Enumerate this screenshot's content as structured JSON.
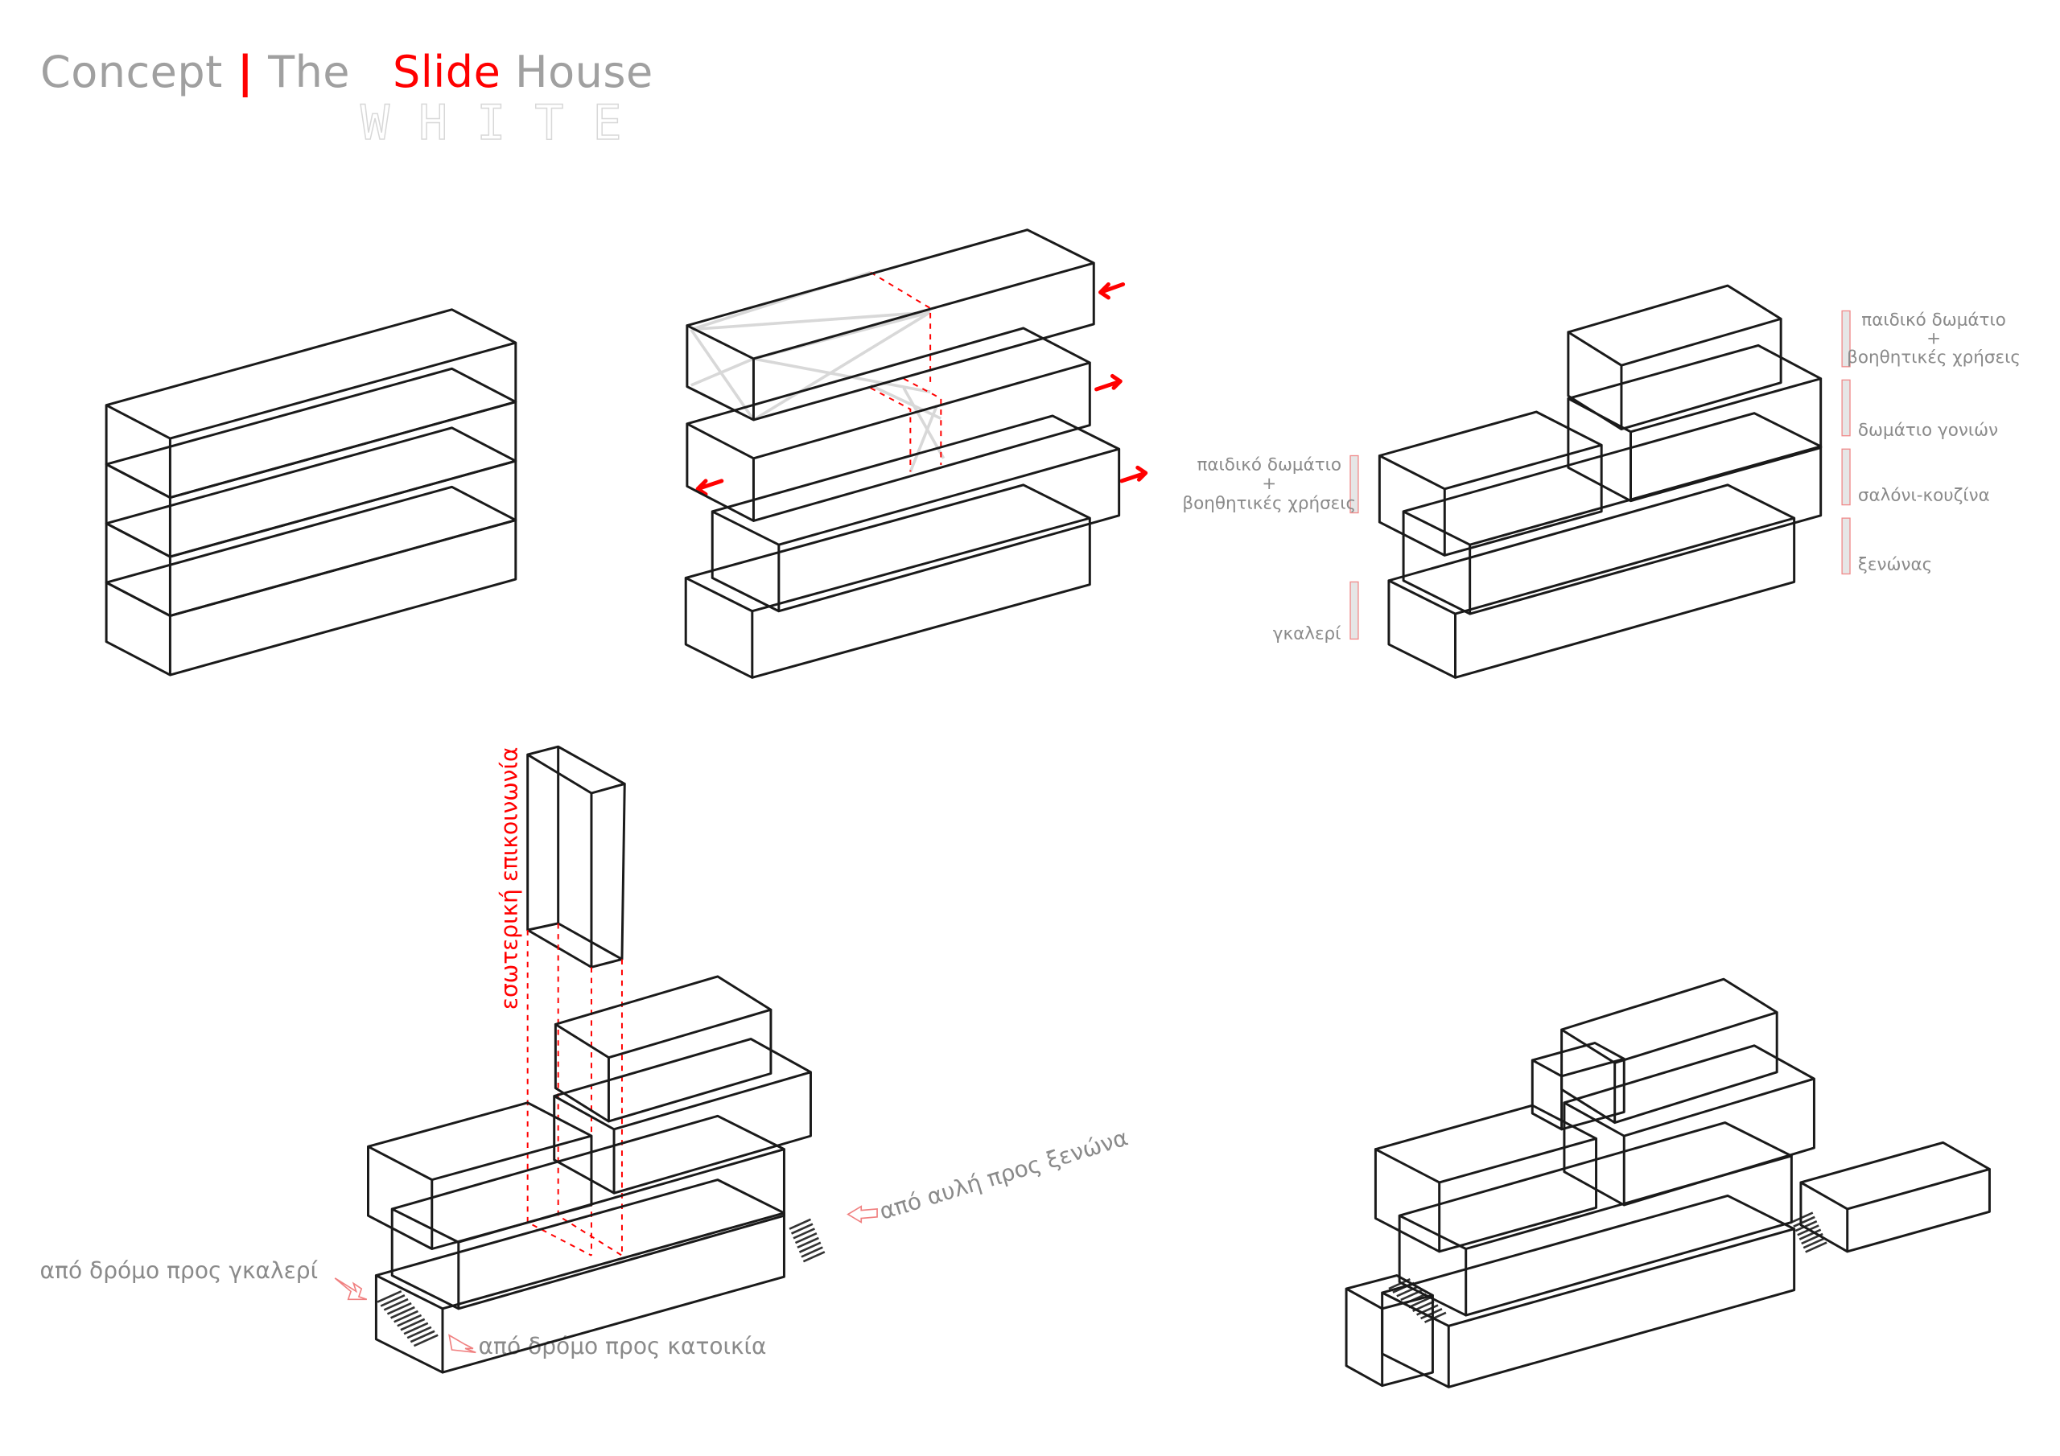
{
  "title": {
    "concept": "Concept",
    "separator": "|",
    "the": "The",
    "slide": "Slide",
    "house": "House",
    "overlay_word": "WHITE"
  },
  "colors": {
    "accent": "#ff0000",
    "text_gray": "#a0a0a0",
    "label_bar": "#e6e6e6"
  },
  "diagram3": {
    "labels_right": [
      {
        "line1": "παιδικό δωμάτιο",
        "plus": "+",
        "line2": "βοηθητικές χρήσεις"
      },
      {
        "line1": "δωμάτιο γονιών"
      },
      {
        "line1": "σαλόνι-κουζίνα"
      },
      {
        "line1": "ξενώνας"
      }
    ],
    "labels_left": [
      {
        "line1": "παιδικό δωμάτιο",
        "plus": "+",
        "line2": "βοηθητικές χρήσεις"
      },
      {
        "line1": "γκαλερί"
      }
    ]
  },
  "diagram4": {
    "vertical_label": "εσωτερική επικοινωνία",
    "entry_gallery": "από δρόμο προς γκαλερί",
    "entry_home": "από δρόμο προς κατοικία",
    "entry_guest": "από αυλή προς ξενώνα"
  }
}
